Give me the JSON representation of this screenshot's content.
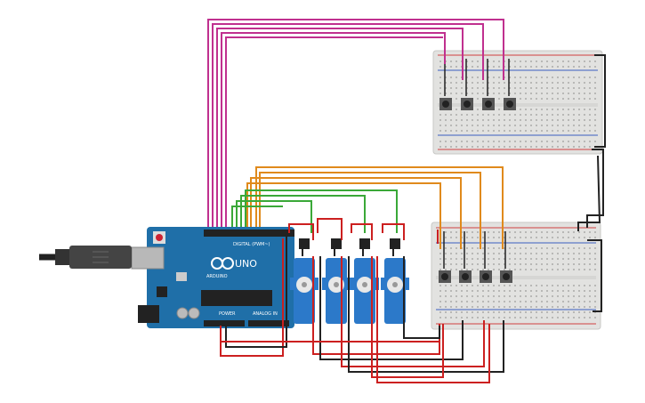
{
  "arduino": {
    "brand": "UNO",
    "logo": "ARDUINO",
    "digital_label": "DIGITAL (PWM~)",
    "power_label": "POWER",
    "analog_label": "ANALOG IN"
  },
  "colors": {
    "breadboard": "#e2e2e0",
    "breadboard_rail_red": "#d04040",
    "breadboard_rail_blue": "#3a5fc0",
    "arduino_board": "#1f6fa8",
    "servo_body": "#2c79c9",
    "wire_magenta": "#c0308f",
    "wire_orange": "#e08a1c",
    "wire_green": "#3aa838",
    "wire_black": "#222222",
    "wire_red": "#cc2020",
    "button_cap": "#333333"
  },
  "icons": {
    "usb_cable": "usb-cable-icon",
    "button": "pushbutton-icon",
    "servo": "servo-motor-icon"
  }
}
